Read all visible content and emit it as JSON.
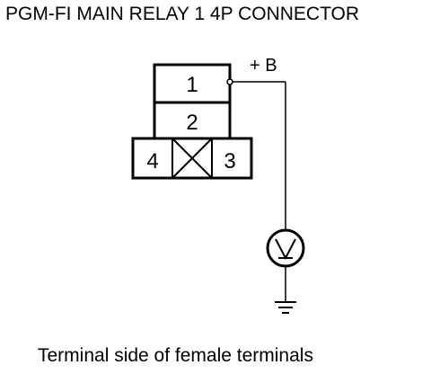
{
  "title": "PGM-FI MAIN RELAY 1 4P CONNECTOR",
  "caption": "Terminal side of female terminals",
  "connector": {
    "terminals": [
      {
        "number": "1"
      },
      {
        "number": "2"
      },
      {
        "number": "3"
      },
      {
        "number": "4"
      }
    ]
  },
  "supply_label": "+ B",
  "meter": {
    "icon": "voltmeter-icon"
  },
  "ground": {
    "icon": "ground-icon"
  }
}
